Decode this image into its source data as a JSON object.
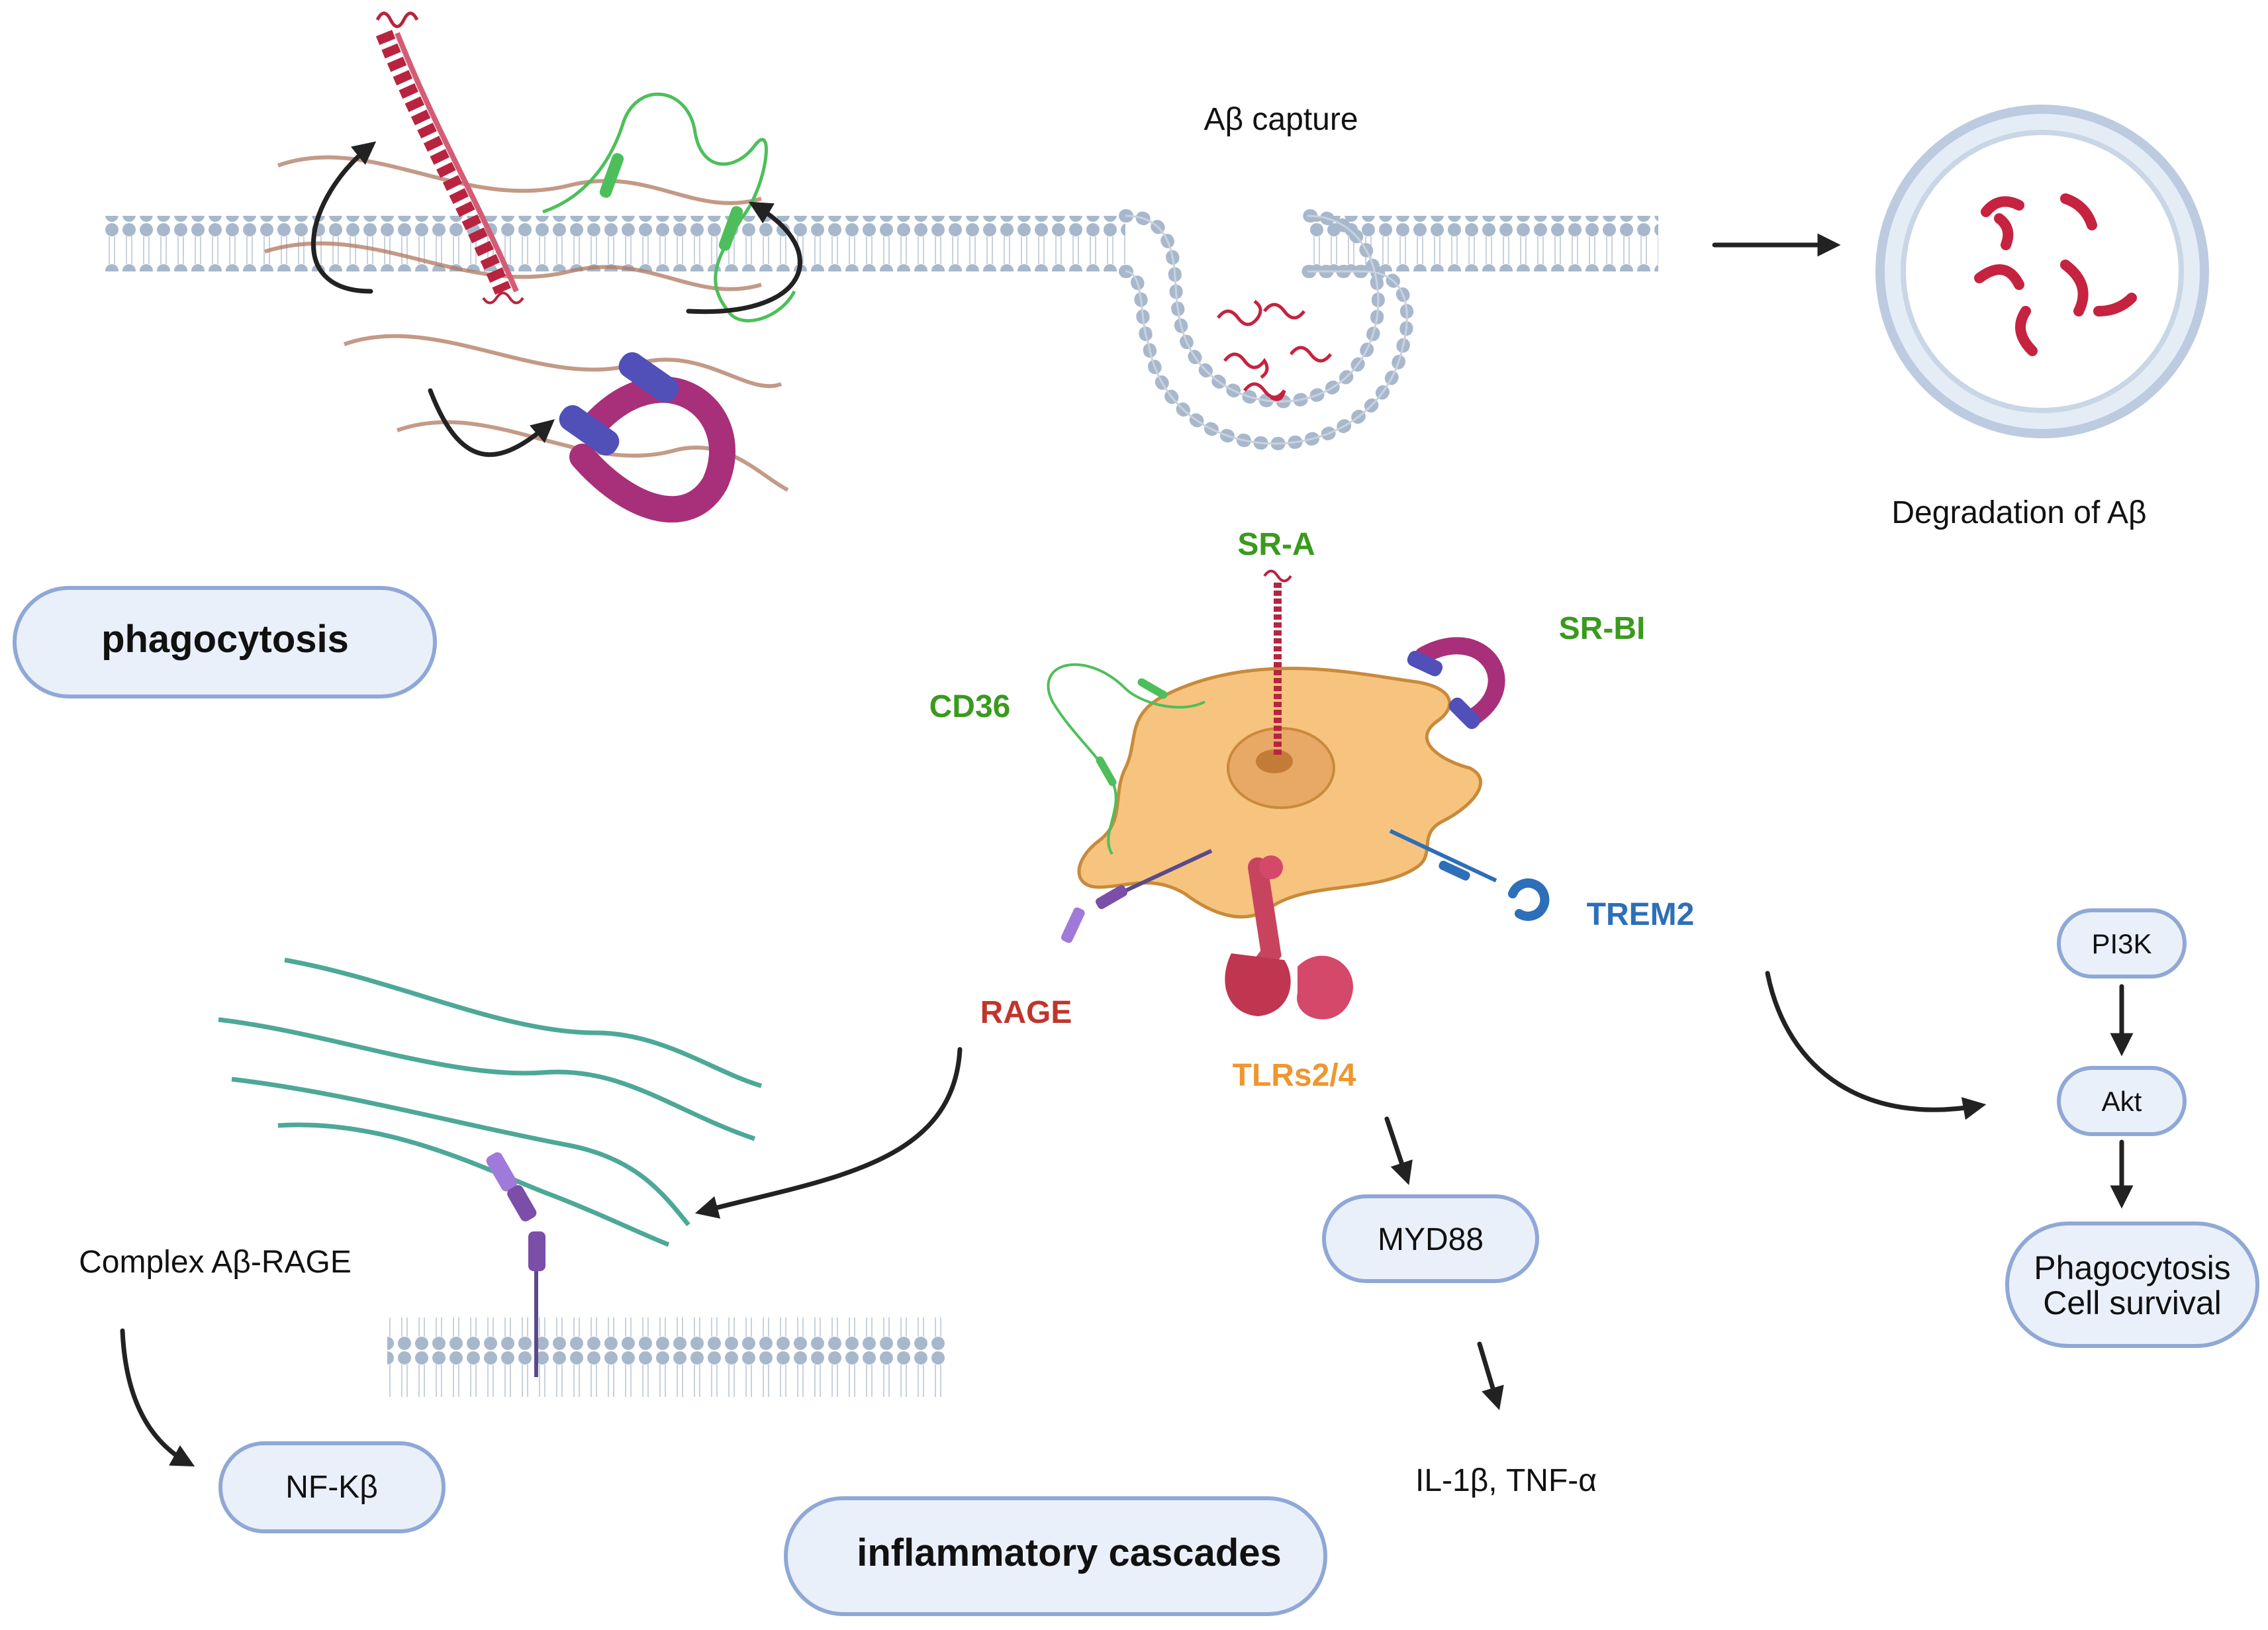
{
  "labels": {
    "ab_capture": "Aβ capture",
    "degradation": "Degradation of Aβ",
    "phagocytosis_box": "phagocytosis",
    "inflammatory_box": "inflammatory cascades",
    "complex": "Complex Aβ-RAGE",
    "il_tnf": "IL-1β, TNF-α"
  },
  "receptors": {
    "sra": "SR-A",
    "srbi": "SR-BI",
    "cd36": "CD36",
    "trem2": "TREM2",
    "rage": "RAGE",
    "tlrs": "TLRs2/4"
  },
  "nodes": {
    "nfkb": "NF-Kβ",
    "myd88": "MYD88",
    "pi3k": "PI3K",
    "akt": "Akt",
    "outcome_line1": "Phagocytosis",
    "outcome_line2": "Cell survival"
  },
  "colors": {
    "green_label": "#3a9a1e",
    "blue_label": "#2d6fb8",
    "red_label": "#c0352b",
    "orange_label": "#f0962e",
    "cell_fill": "#f6c47e",
    "membrane_head": "#a8b8cc",
    "amyloid": "#b8243f",
    "fibril_green": "#2e9a86",
    "pill_fill": "#eaf0fa",
    "pill_stroke": "#8fa8d6"
  }
}
